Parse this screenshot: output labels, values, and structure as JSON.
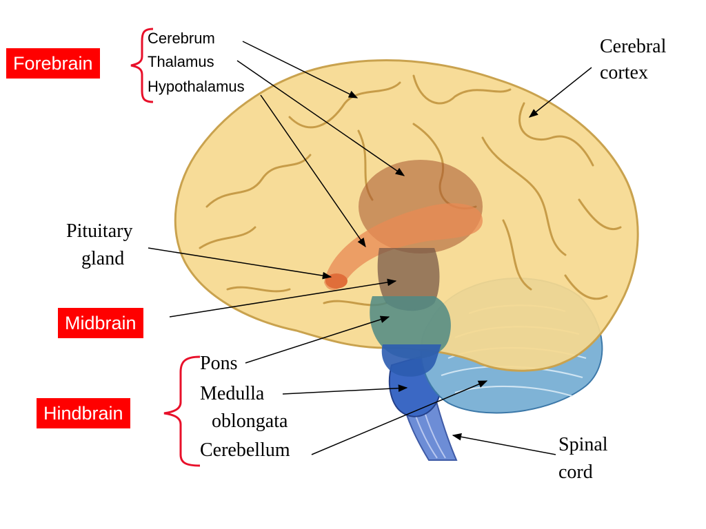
{
  "colors": {
    "group_label_bg": "#ff0000",
    "group_label_text": "#ffffff",
    "brace": "#e8102a",
    "brain": "#f8dc96",
    "thalamus": "#b8603c",
    "midbrain": "#4a8e86",
    "pons": "#3a6fb0",
    "cerebellum": "#6aa8cc",
    "spinal_cord": "#5a7ecc"
  },
  "groups": {
    "forebrain": "Forebrain",
    "midbrain": "Midbrain",
    "hindbrain": "Hindbrain"
  },
  "forebrain_parts": [
    "Cerebrum",
    "Thalamus",
    "Hypothalamus"
  ],
  "labels": {
    "cerebral_cortex": [
      "Cerebral",
      "cortex"
    ],
    "pituitary_gland": [
      "Pituitary",
      "gland"
    ],
    "spinal_cord": [
      "Spinal",
      "cord"
    ]
  },
  "hindbrain_parts": {
    "pons": "Pons",
    "medulla": [
      "Medulla",
      "oblongata"
    ],
    "cerebellum": "Cerebellum"
  }
}
